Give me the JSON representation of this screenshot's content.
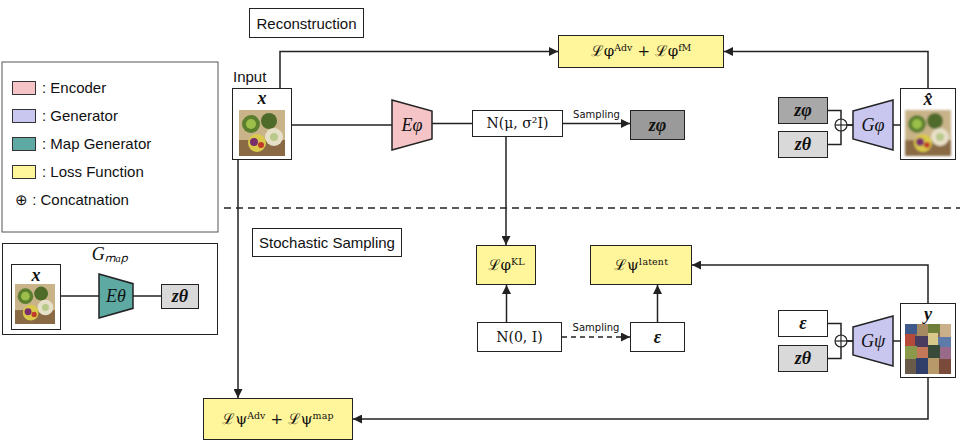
{
  "diagram": {
    "nodes": [
      {
        "text": [
          "Reconstruction"
        ]
      },
      {
        "text": [
          "ℒφᴬᵈᵛ + ℒφᶠᴹ"
        ]
      },
      {
        "text": [
          "Input",
          "x"
        ]
      },
      {
        "text": [
          "Eφ"
        ]
      },
      {
        "text": [
          "N(μ, σ²I)"
        ]
      },
      {
        "text": [
          "zφ"
        ]
      },
      {
        "text": [
          "zφ"
        ]
      },
      {
        "text": [
          "zθ"
        ]
      },
      {
        "text": [
          "Gφ"
        ]
      },
      {
        "text": [
          "x̂"
        ]
      },
      {
        "text": [
          "Stochastic Sampling"
        ]
      },
      {
        "text": [
          "ℒφᴷᴸ"
        ]
      },
      {
        "text": [
          "ℒψˡᵃᵗᵉⁿᵗ"
        ]
      },
      {
        "text": [
          "N(0, I)"
        ]
      },
      {
        "text": [
          "ε"
        ]
      },
      {
        "text": [
          "ε"
        ]
      },
      {
        "text": [
          "zθ"
        ]
      },
      {
        "text": [
          "Gψ"
        ]
      },
      {
        "text": [
          "y"
        ]
      },
      {
        "text": [
          "ℒψᴬᵈᵛ + ℒψᵐᵃᵖ"
        ]
      },
      {
        "text": [
          "Gₘₐₚ"
        ]
      },
      {
        "text": [
          "x"
        ],
        "in": 20
      },
      {
        "text": [
          "Eθ"
        ],
        "in": 20
      },
      {
        "text": [
          "zθ"
        ],
        "in": 20
      }
    ],
    "edges": [
      {
        "from": 2,
        "to": 3,
        "arrow": "none"
      },
      {
        "from": 3,
        "to": 4,
        "arrow": "none"
      },
      {
        "from": 4,
        "to": 5,
        "label": "Sampling",
        "arrow": "to"
      },
      {
        "from": 6,
        "to": 8,
        "arrow": "none"
      },
      {
        "from": 7,
        "to": 8,
        "arrow": "none"
      },
      {
        "from": 8,
        "to": 9,
        "arrow": "none"
      },
      {
        "from": 2,
        "to": 1,
        "arrow": "to"
      },
      {
        "from": 9,
        "to": 1,
        "arrow": "to"
      },
      {
        "from": 4,
        "to": 11,
        "arrow": "to"
      },
      {
        "from": 13,
        "to": 11,
        "arrow": "to"
      },
      {
        "from": 13,
        "to": 14,
        "label": "Sampling",
        "arrow": "to"
      },
      {
        "from": 14,
        "to": 12,
        "arrow": "to"
      },
      {
        "from": 18,
        "to": 12,
        "arrow": "to"
      },
      {
        "from": 15,
        "to": 17,
        "arrow": "none"
      },
      {
        "from": 16,
        "to": 17,
        "arrow": "none"
      },
      {
        "from": 17,
        "to": 18,
        "arrow": "none"
      },
      {
        "from": 2,
        "to": 19,
        "arrow": "to"
      },
      {
        "from": 18,
        "to": 19,
        "arrow": "to"
      },
      {
        "from": 21,
        "to": 22,
        "arrow": "none"
      },
      {
        "from": 22,
        "to": 23,
        "arrow": "none"
      }
    ],
    "legend": [
      {
        "text": ": Encoder",
        "color": "#f5c4c7"
      },
      {
        "text": ": Generator",
        "color": "#c9c6f0"
      },
      {
        "text": ": Map Generator",
        "color": "#5fa9a3"
      },
      {
        "text": ": Loss Function",
        "color": "#fff59a"
      },
      {
        "text": "⊕ : Concatnation"
      }
    ]
  }
}
